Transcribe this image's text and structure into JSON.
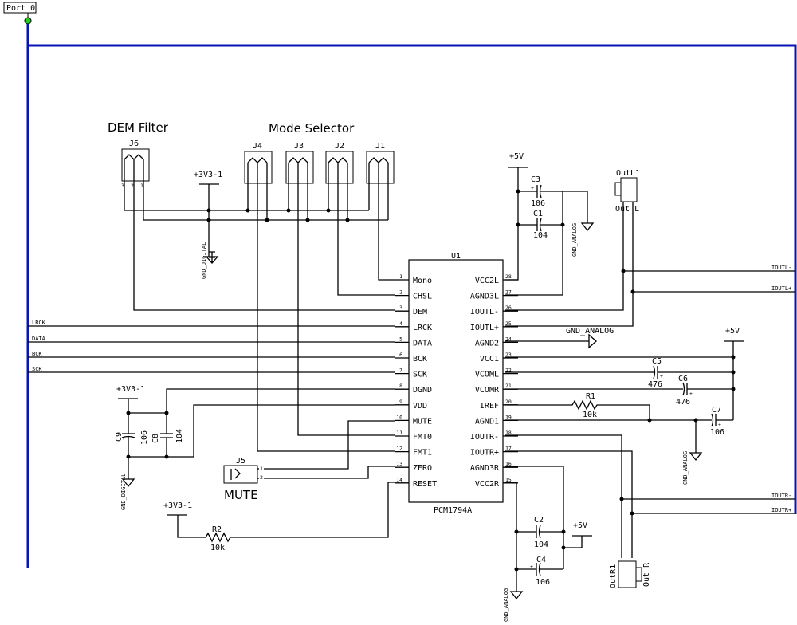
{
  "port": {
    "label": "Port 0"
  },
  "headings": {
    "dem_filter": "DEM Filter",
    "mode_selector": "Mode Selector",
    "mute": "MUTE"
  },
  "ic": {
    "ref": "U1",
    "part": "PCM1794A",
    "left_pins": [
      {
        "num": "1",
        "name": "Mono"
      },
      {
        "num": "2",
        "name": "CHSL"
      },
      {
        "num": "3",
        "name": "DEM"
      },
      {
        "num": "4",
        "name": "LRCK"
      },
      {
        "num": "5",
        "name": "DATA"
      },
      {
        "num": "6",
        "name": "BCK"
      },
      {
        "num": "7",
        "name": "SCK"
      },
      {
        "num": "8",
        "name": "DGND"
      },
      {
        "num": "9",
        "name": "VDD"
      },
      {
        "num": "10",
        "name": "MUTE"
      },
      {
        "num": "11",
        "name": "FMT0"
      },
      {
        "num": "12",
        "name": "FMT1"
      },
      {
        "num": "13",
        "name": "ZERO"
      },
      {
        "num": "14",
        "name": "RESET"
      }
    ],
    "right_pins": [
      {
        "num": "28",
        "name": "VCC2L"
      },
      {
        "num": "27",
        "name": "AGND3L"
      },
      {
        "num": "26",
        "name": "IOUTL-"
      },
      {
        "num": "25",
        "name": "IOUTL+"
      },
      {
        "num": "24",
        "name": "AGND2"
      },
      {
        "num": "23",
        "name": "VCC1"
      },
      {
        "num": "22",
        "name": "VCOML"
      },
      {
        "num": "21",
        "name": "VCOMR"
      },
      {
        "num": "20",
        "name": "IREF"
      },
      {
        "num": "19",
        "name": "AGND1"
      },
      {
        "num": "18",
        "name": "IOUTR-"
      },
      {
        "num": "17",
        "name": "IOUTR+"
      },
      {
        "num": "16",
        "name": "AGND3R"
      },
      {
        "num": "15",
        "name": "VCC2R"
      }
    ]
  },
  "connectors": {
    "j6": "J6",
    "j4": "J4",
    "j3": "J3",
    "j2": "J2",
    "j1": "J1",
    "j5": "J5",
    "outl1": "OutL1",
    "outl1_sub": "Out L",
    "outr1": "OutR1",
    "outr1_sub": "Out R"
  },
  "capacitors": {
    "c1": {
      "ref": "C1",
      "value": "104"
    },
    "c2": {
      "ref": "C2",
      "value": "104"
    },
    "c3": {
      "ref": "C3",
      "value": "106"
    },
    "c4": {
      "ref": "C4",
      "value": "106"
    },
    "c5": {
      "ref": "C5",
      "value": "476"
    },
    "c6": {
      "ref": "C6",
      "value": "476"
    },
    "c7": {
      "ref": "C7",
      "value": "106"
    },
    "c8": {
      "ref": "C8",
      "value": "104"
    },
    "c9": {
      "ref": "C9",
      "value": "106"
    }
  },
  "resistors": {
    "r1": {
      "ref": "R1",
      "value": "10k"
    },
    "r2": {
      "ref": "R2",
      "value": "10k"
    }
  },
  "power": {
    "v33": "+3V3-1",
    "v5": "+5V",
    "gnd_digital": "GND_DIGITAL",
    "gnd_analog": "GND_ANALOG"
  },
  "nets": {
    "lrck": "LRCK",
    "data": "DATA",
    "bck": "BCK",
    "sck": "SCK",
    "ioutl_minus": "IOUTL-",
    "ioutl_plus": "IOUTL+",
    "ioutr_minus": "IOUTR-",
    "ioutr_plus": "IOUTR+"
  },
  "pin_nums": {
    "one": "1",
    "two": "2",
    "three": "3"
  },
  "colors": {
    "wire": "#000000",
    "bus": "#0a14b4",
    "port_node": "#22cc22"
  }
}
